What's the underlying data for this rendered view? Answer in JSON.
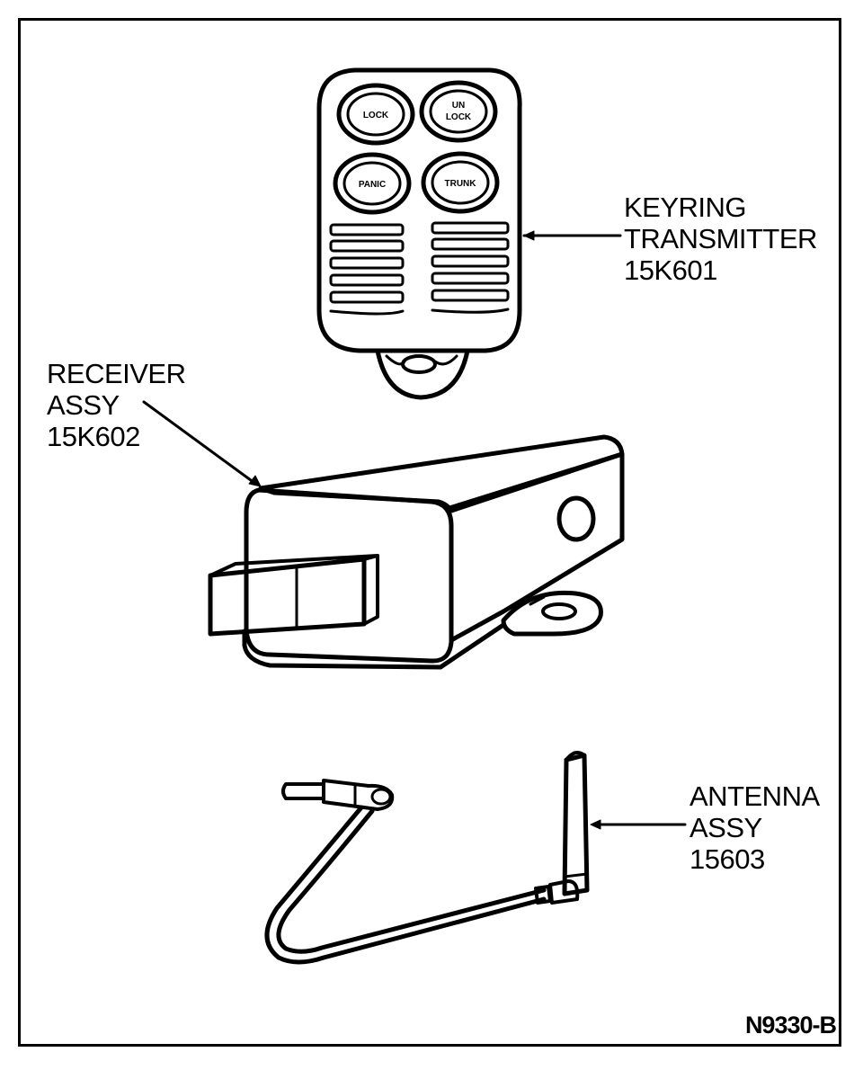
{
  "callouts": {
    "keyring": {
      "name_line1": "KEYRING",
      "name_line2": "TRANSMITTER",
      "part_number": "15K601"
    },
    "receiver": {
      "name_line1": "RECEIVER",
      "name_line2": "ASSY",
      "part_number": "15K602"
    },
    "antenna": {
      "name_line1": "ANTENNA",
      "name_line2": "ASSY",
      "part_number": "15603"
    }
  },
  "transmitter_buttons": {
    "lock": "LOCK",
    "unlock_line1": "UN",
    "unlock_line2": "LOCK",
    "panic": "PANIC",
    "trunk": "TRUNK"
  },
  "figure_id": "N9330-B",
  "colors": {
    "ink": "#000000",
    "paper": "#ffffff"
  }
}
